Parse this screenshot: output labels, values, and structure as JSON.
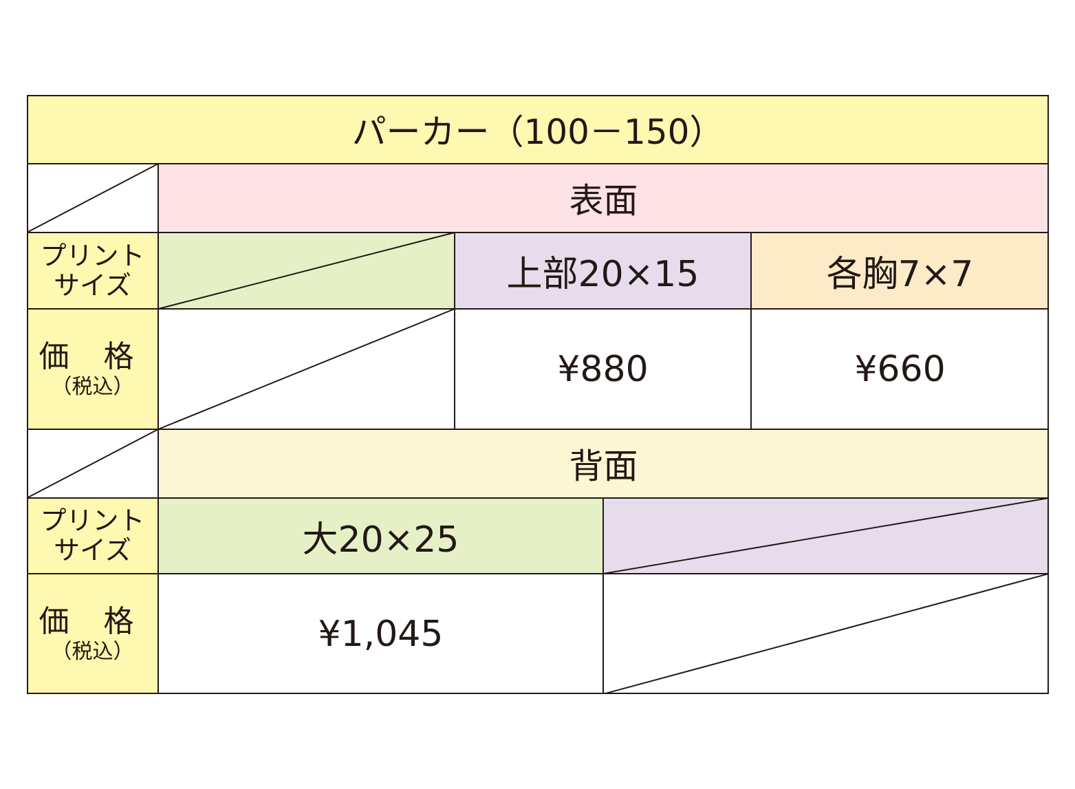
{
  "title": "パーカー（100－150）",
  "front": {
    "heading": "表面",
    "print_size_label": [
      "プリント",
      "サイズ"
    ],
    "price_label": "価 格",
    "tax_label": "（税込）",
    "columns": [
      {
        "size": "上部20×15",
        "price": "¥880"
      },
      {
        "size": "各胸7×7",
        "price": "¥660"
      }
    ]
  },
  "back": {
    "heading": "背面",
    "print_size_label": [
      "プリント",
      "サイズ"
    ],
    "price_label": "価 格",
    "tax_label": "（税込）",
    "columns": [
      {
        "size": "大20×25",
        "price": "¥1,045"
      }
    ]
  },
  "colors": {
    "title_bg": "#fff8b0",
    "label_bg": "#fff8b0",
    "front_heading_bg": "#fde3e6",
    "back_heading_bg": "#fbf6d3",
    "green_bg": "#e5f0c6",
    "purple_bg": "#e7dcec",
    "orange_bg": "#fdebc8",
    "border": "#231815"
  }
}
